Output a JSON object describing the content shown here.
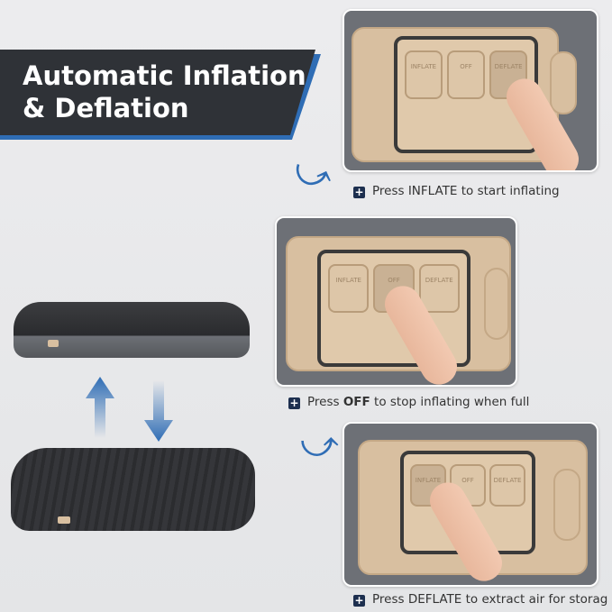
{
  "headline": {
    "line1": "Automatic Inflation",
    "line2": "& Deflation"
  },
  "steps": [
    {
      "caption_pre": "Press INFLATE to start inflating",
      "caption_bold": "",
      "caption_post": ""
    },
    {
      "caption_pre": "Press ",
      "caption_bold": "OFF",
      "caption_post": " to stop inflating when full"
    },
    {
      "caption_pre": "Press DEFLATE to extract air for storag",
      "caption_bold": "",
      "caption_post": ""
    }
  ],
  "pump_buttons": [
    "INFLATE",
    "OFF",
    "DEFLATE"
  ],
  "colors": {
    "banner": "#2f3237",
    "accent": "#2f6db5",
    "pump": "#d8bfa0",
    "icon": "#1d2f4f"
  },
  "icons": {
    "step_bullet": "plus-square-icon",
    "flow": "curved-arrow-icon",
    "inflate": "arrow-up-icon",
    "deflate": "arrow-down-icon"
  }
}
